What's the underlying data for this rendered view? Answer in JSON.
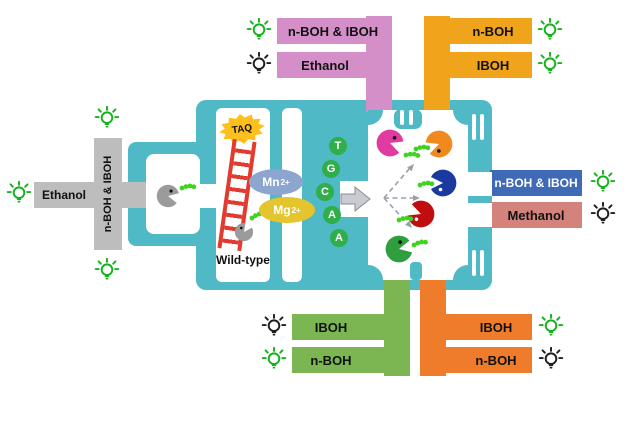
{
  "groups": {
    "top_left": {
      "color": "#d48fc8",
      "items": [
        {
          "label": "n-BOH & IBOH",
          "bulb": "on"
        },
        {
          "label": "Ethanol",
          "bulb": "off"
        }
      ]
    },
    "top_right": {
      "color": "#f0a41c",
      "items": [
        {
          "label": "n-BOH",
          "bulb": "on"
        },
        {
          "label": "IBOH",
          "bulb": "on"
        }
      ]
    },
    "left": {
      "color": "#bdbdbd",
      "horizontal": {
        "label": "Ethanol",
        "bulb": "on"
      },
      "vertical": {
        "label": "n-BOH & IBOH",
        "bulb_top": "on",
        "bulb_bottom": "on"
      }
    },
    "right": {
      "items": [
        {
          "label": "n-BOH & IBOH",
          "bulb": "on",
          "color": "#3f6ab8"
        },
        {
          "label": "Methanol",
          "bulb": "off",
          "color": "#d3837b"
        }
      ]
    },
    "bottom_left": {
      "color": "#7cb652",
      "items": [
        {
          "label": "IBOH",
          "bulb": "off"
        },
        {
          "label": "n-BOH",
          "bulb": "on"
        }
      ]
    },
    "bottom_right": {
      "color": "#ee7c2b",
      "items": [
        {
          "label": "IBOH",
          "bulb": "on"
        },
        {
          "label": "n-BOH",
          "bulb": "off"
        }
      ]
    }
  },
  "maze": {
    "taq": "TAQ",
    "wild_type": "Wild-type",
    "ions": [
      {
        "base": "Mn",
        "sup": "2+"
      },
      {
        "base": "Mg",
        "sup": "2+"
      }
    ],
    "bases": [
      "T",
      "G",
      "C",
      "A",
      "A"
    ]
  },
  "colors": {
    "maze_teal": "#4fb9c6",
    "pink": "#d48fc8",
    "amber": "#f0a41c",
    "gray": "#bdbdbd",
    "blue": "#3f6ab8",
    "salmon": "#d3837b",
    "green": "#7cb652",
    "orange": "#ee7c2b",
    "bulb_on": "#14b31e",
    "bulb_off": "#1f1f1f",
    "ladder_red": "#e23a2e",
    "taq_yellow": "#ffc01e",
    "mn_blue": "#8ca6cf",
    "mg_yellow": "#e4c52d",
    "base_green": "#2fae4a",
    "pacman_gray": "#9b9b9b",
    "pacman_pink": "#e03ba0",
    "pacman_orange": "#f08a1d",
    "pacman_blue": "#1b3a9e",
    "pacman_red": "#c00d0d",
    "pacman_green": "#2f9e3f",
    "worm_green": "#3fd321"
  }
}
